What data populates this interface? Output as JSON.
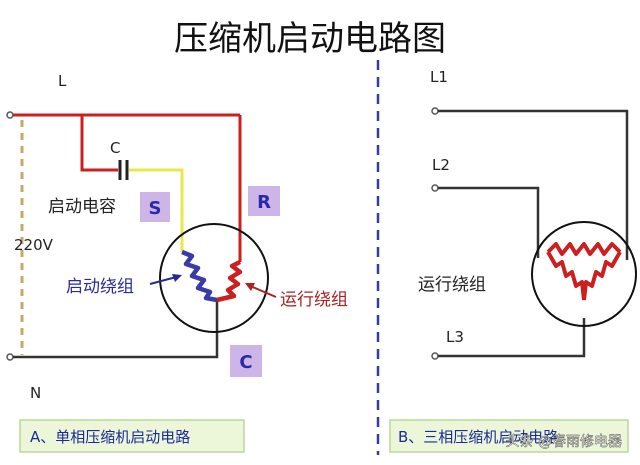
{
  "title": "压缩机启动电路图",
  "colors": {
    "live_wire": "#cc1f1f",
    "neutral_wire": "#333333",
    "start_wire": "#e8e84a",
    "start_winding": "#3a3aa8",
    "run_winding": "#cc1f1f",
    "dashed_line": "#c8a868",
    "divider": "#3a3a9a",
    "terminal_box": "#cdb5e8",
    "terminal_text": "#2a2aa8",
    "caption_bg": "#ecf6d9",
    "caption_border": "#b8d898",
    "caption_text": "#1a2a9a"
  },
  "left": {
    "label_L": "L",
    "label_N": "N",
    "label_C_cap": "C",
    "label_voltage": "220V",
    "label_capacitor": "启动电容",
    "label_start_winding": "启动绕组",
    "label_run_winding": "运行绕组",
    "terminal_S": "S",
    "terminal_R": "R",
    "terminal_C": "C",
    "caption": "A、单相压缩机启动电路"
  },
  "right": {
    "label_L1": "L1",
    "label_L2": "L2",
    "label_L3": "L3",
    "label_winding": "运行绕组",
    "caption": "B、三相压缩机启动电路",
    "watermark": "头条 @春雨修电器"
  }
}
